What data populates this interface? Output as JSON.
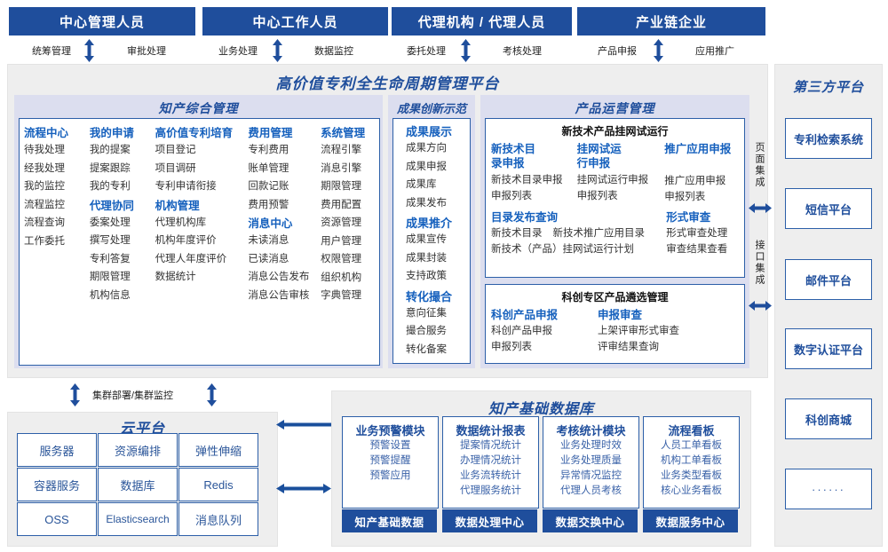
{
  "actors": [
    {
      "title": "中心管理人员",
      "left_label": "统筹管理",
      "right_label": "审批处理"
    },
    {
      "title": "中心工作人员",
      "left_label": "业务处理",
      "right_label": "数据监控"
    },
    {
      "title": "代理机构 / 代理人员",
      "left_label": "委托处理",
      "right_label": "考核处理"
    },
    {
      "title": "产业链企业",
      "left_label": "产品申报",
      "right_label": "应用推广"
    }
  ],
  "platform": {
    "title": "高价值专利全生命周期管理平台",
    "sections": {
      "ip_mgmt": {
        "title": "知产综合管理",
        "columns": [
          {
            "groups": [
              {
                "head": "流程中心",
                "items": [
                  "待我处理",
                  "经我处理",
                  "我的监控",
                  "流程监控",
                  "流程查询",
                  "工作委托"
                ]
              }
            ]
          },
          {
            "groups": [
              {
                "head": "我的申请",
                "items": [
                  "我的提案",
                  "提案跟踪",
                  "我的专利"
                ]
              },
              {
                "head": "代理协同",
                "items": [
                  "委案处理",
                  "撰写处理",
                  "专利答复",
                  "期限管理",
                  "机构信息"
                ]
              }
            ]
          },
          {
            "groups": [
              {
                "head": "高价值专利培育",
                "items": [
                  "项目登记",
                  "项目调研",
                  "专利申请衔接"
                ]
              },
              {
                "head": "机构管理",
                "items": [
                  "代理机构库",
                  "机构年度评价",
                  "代理人年度评价",
                  "数据统计"
                ]
              }
            ]
          },
          {
            "groups": [
              {
                "head": "费用管理",
                "items": [
                  "专利费用",
                  "账单管理",
                  "回款记账",
                  "费用预警"
                ]
              },
              {
                "head": "消息中心",
                "items": [
                  "未读消息",
                  "已读消息",
                  "消息公告发布",
                  "消息公告审核"
                ]
              }
            ]
          },
          {
            "groups": [
              {
                "head": "系统管理",
                "items": [
                  "流程引擎",
                  "消息引擎",
                  "期限管理",
                  "费用配置",
                  "资源管理",
                  "用户管理",
                  "权限管理",
                  "组织机构",
                  "字典管理"
                ]
              }
            ]
          }
        ]
      },
      "innovation": {
        "title": "成果创新示范",
        "groups": [
          {
            "head": "成果展示",
            "items": [
              "成果方向",
              "成果申报",
              "成果库",
              "成果发布"
            ]
          },
          {
            "head": "成果推介",
            "items": [
              "成果宣传",
              "成果封装",
              "支持政策"
            ]
          },
          {
            "head": "转化撮合",
            "items": [
              "意向征集",
              "撮合服务",
              "转化备案"
            ]
          }
        ]
      },
      "product_ops": {
        "title": "产品运营管理",
        "box1": {
          "title": "新技术产品挂网试运行",
          "columns": [
            {
              "head": "新技术目录申报",
              "items": [
                "新技术目录申报",
                "申报列表"
              ]
            },
            {
              "head": "挂网试运行申报",
              "items": [
                "挂网试运行申报",
                "申报列表"
              ]
            },
            {
              "head": "推广应用申报",
              "items": [
                "推广应用申报",
                "申报列表"
              ]
            }
          ],
          "row2_left": {
            "head": "目录发布查询",
            "items": [
              "新技术目录",
              "新技术推广应用目录",
              "新技术（产品）挂网试运行计划"
            ]
          },
          "row2_right": {
            "head": "形式审查",
            "items": [
              "形式审查处理",
              "审查结果查看"
            ]
          }
        },
        "box2": {
          "title": "科创专区产品遴选管理",
          "columns": [
            {
              "head": "科创产品申报",
              "items": [
                "科创产品申报",
                "申报列表"
              ]
            },
            {
              "head": "申报审查",
              "items": [
                "上架评审形式审查",
                "评审结果查询"
              ]
            }
          ]
        }
      }
    },
    "integration": {
      "page_label": "页面集成",
      "api_label": "接口集成"
    }
  },
  "third_party": {
    "title": "第三方平台",
    "items": [
      "专利检索系统",
      "短信平台",
      "邮件平台",
      "数字认证平台",
      "科创商城",
      "······"
    ]
  },
  "cloud": {
    "connector_label": "集群部署/集群监控",
    "title": "云平台",
    "cells": [
      "服务器",
      "资源编排",
      "弹性伸缩",
      "容器服务",
      "数据库",
      "Redis",
      "OSS",
      "Elasticsearch",
      "消息队列"
    ]
  },
  "database": {
    "title": "知产基础数据库",
    "columns": [
      {
        "head": "业务预警模块",
        "items": [
          "预警设置",
          "预警提醒",
          "预警应用"
        ],
        "footer": "知产基础数据"
      },
      {
        "head": "数据统计报表",
        "items": [
          "提案情况统计",
          "办理情况统计",
          "业务流转统计",
          "代理服务统计"
        ],
        "footer": "数据处理中心"
      },
      {
        "head": "考核统计模块",
        "items": [
          "业务处理时效",
          "业务处理质量",
          "异常情况监控",
          "代理人员考核"
        ],
        "footer": "数据交换中心"
      },
      {
        "head": "流程看板",
        "items": [
          "人员工单看板",
          "机构工单看板",
          "业务类型看板",
          "核心业务看板"
        ],
        "footer": "数据服务中心"
      }
    ]
  },
  "colors": {
    "brand_blue": "#1f4e9c",
    "panel_gray": "#eeeeee",
    "section_lavender": "#dcdeef",
    "border_blue": "#2c5fa8",
    "link_blue": "#1560bd"
  }
}
